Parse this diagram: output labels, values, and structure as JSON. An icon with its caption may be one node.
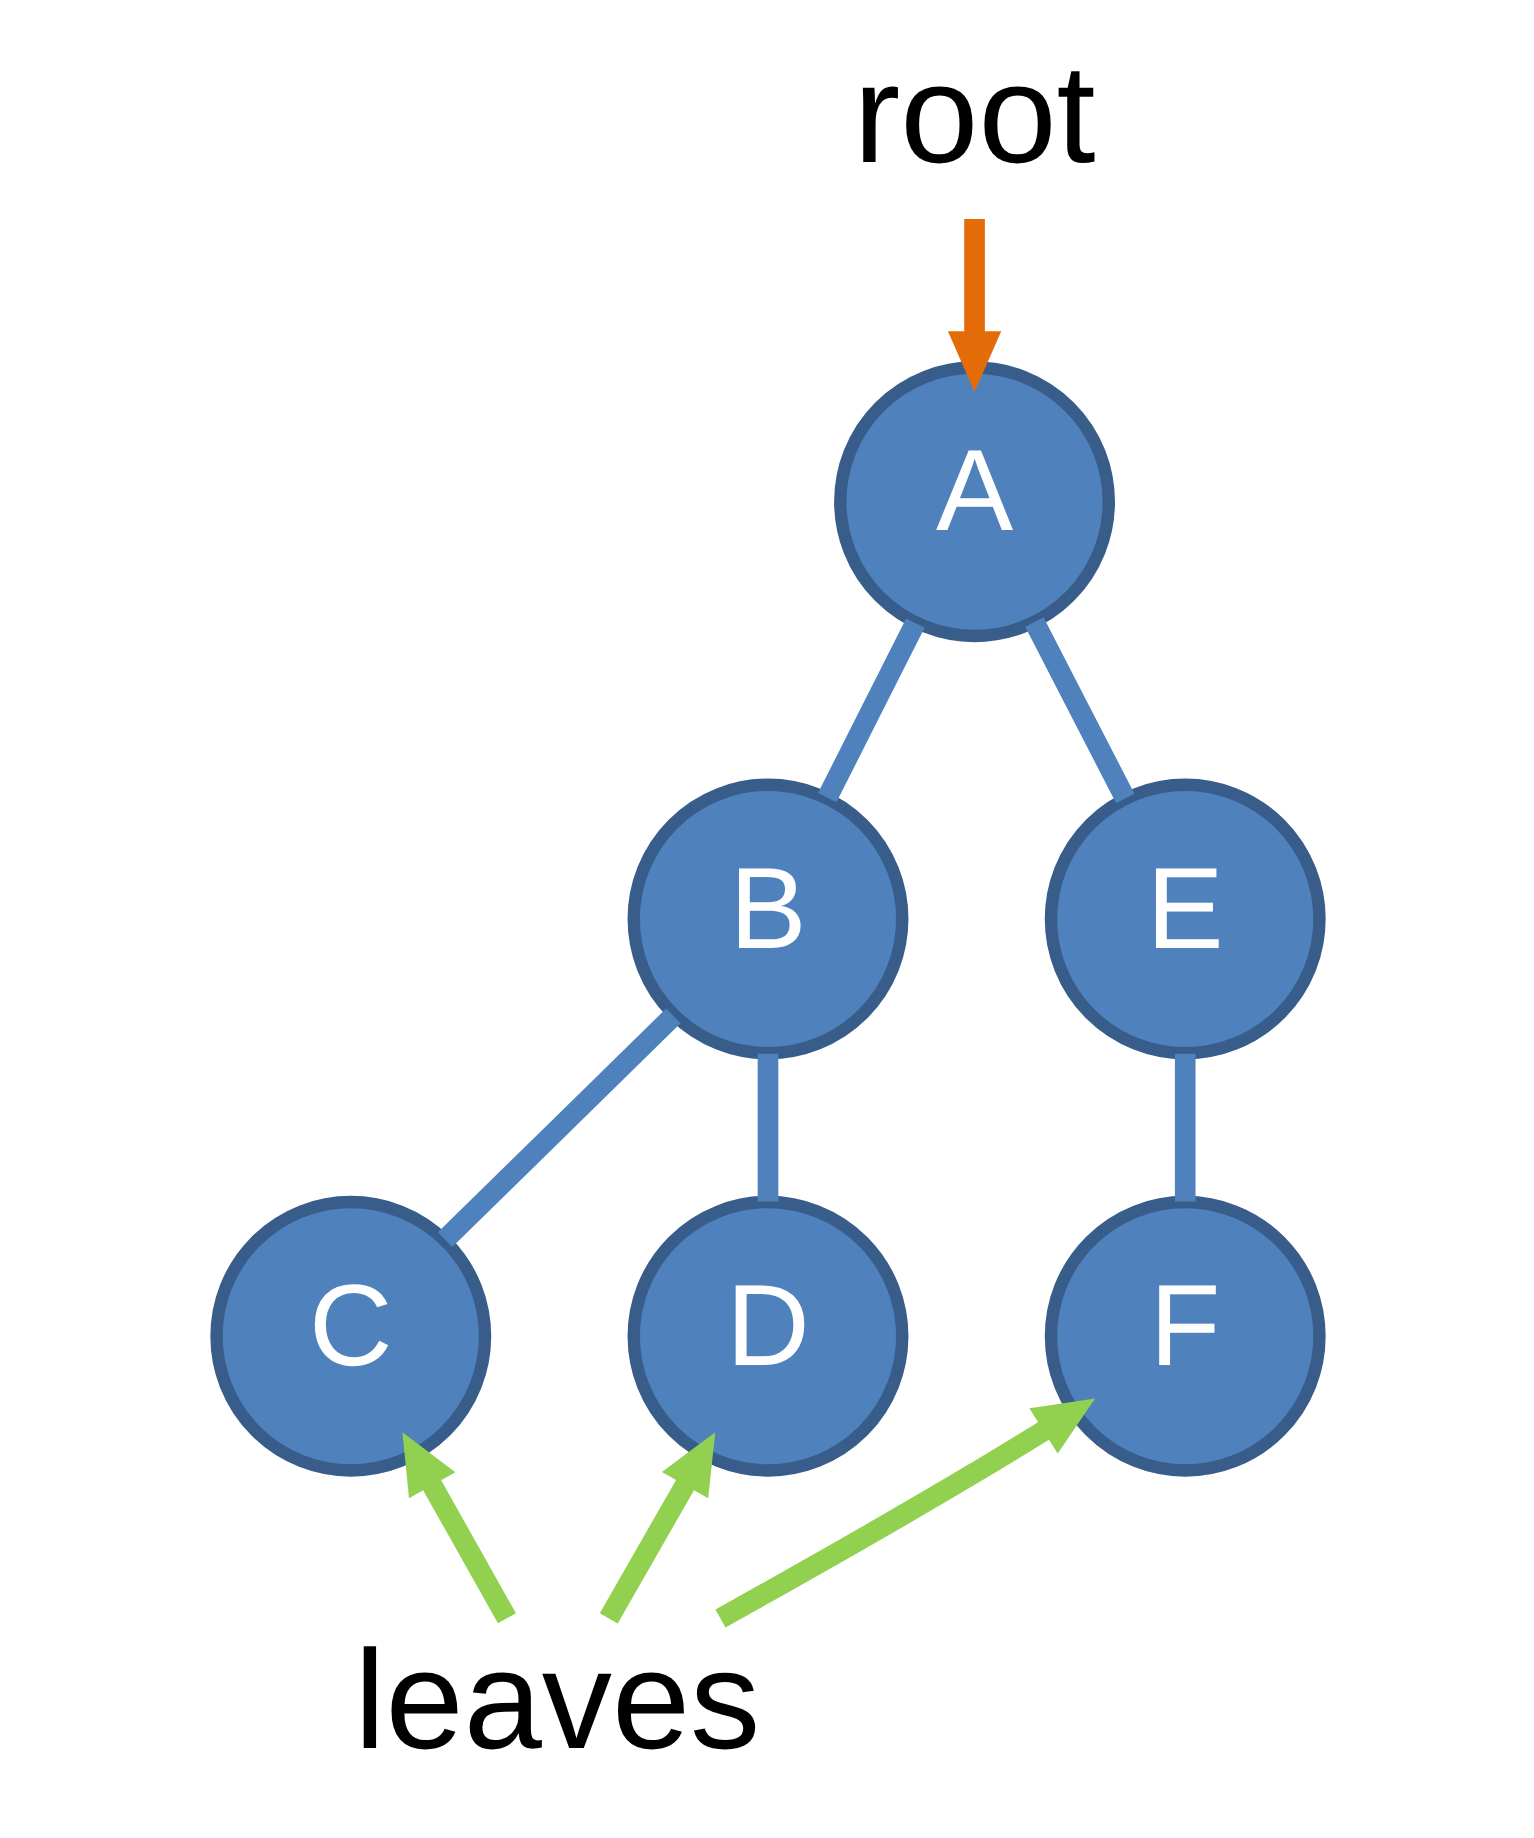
{
  "diagram": {
    "nodes": [
      {
        "text": [
          "root"
        ]
      },
      {
        "text": [
          "A"
        ]
      },
      {
        "text": [
          "B"
        ]
      },
      {
        "text": [
          "E"
        ]
      },
      {
        "text": [
          "C"
        ]
      },
      {
        "text": [
          "D"
        ]
      },
      {
        "text": [
          "F"
        ]
      },
      {
        "text": [
          "leaves"
        ]
      }
    ],
    "edges": [
      {
        "from": 0,
        "to": 1,
        "arrow": "to",
        "color": "#e36c09"
      },
      {
        "from": 1,
        "to": 2,
        "arrow": "none"
      },
      {
        "from": 1,
        "to": 3,
        "arrow": "none"
      },
      {
        "from": 2,
        "to": 4,
        "arrow": "none"
      },
      {
        "from": 2,
        "to": 5,
        "arrow": "none"
      },
      {
        "from": 3,
        "to": 6,
        "arrow": "none"
      },
      {
        "from": 7,
        "to": 4,
        "arrow": "to",
        "color": "#92d050"
      },
      {
        "from": 7,
        "to": 5,
        "arrow": "to",
        "color": "#92d050"
      },
      {
        "from": 7,
        "to": 6,
        "arrow": "to",
        "color": "#92d050"
      }
    ]
  }
}
